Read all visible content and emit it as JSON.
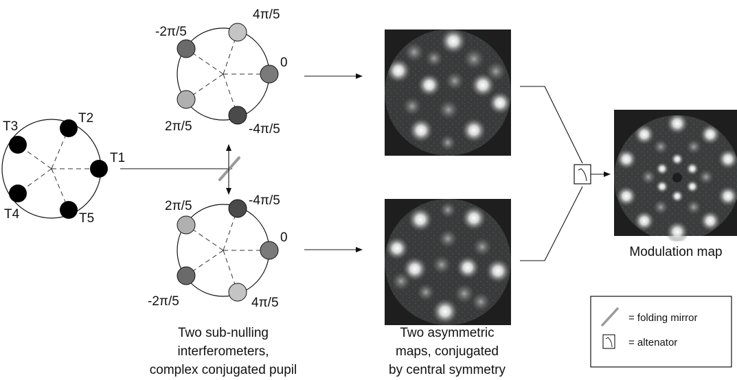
{
  "main_pupil": {
    "telescopes": [
      "T1",
      "T2",
      "T3",
      "T4",
      "T5"
    ]
  },
  "upper_interferometer": {
    "phases": [
      "0",
      "4π/5",
      "-2π/5",
      "2π/5",
      "-4π/5"
    ]
  },
  "lower_interferometer": {
    "phases": [
      "0",
      "-4π/5",
      "2π/5",
      "-2π/5",
      "4π/5"
    ]
  },
  "captions": {
    "interferometers": [
      "Two sub-nulling",
      "interferometers,",
      "complex conjugated pupil"
    ],
    "maps": [
      "Two asymmetric",
      "maps, conjugated",
      "by central symmetry"
    ],
    "modulation": "Modulation map"
  },
  "legend": {
    "mirror_label": "= folding mirror",
    "alternator_label": "= altenator"
  },
  "colors": {
    "telescope_fill": "#000000",
    "phase_zero": "#7a7a7a",
    "phase_dark": "#4a4a4a",
    "phase_light": "#c4c4c4",
    "mirror": "#9a9a9a",
    "map_background": "#1e1e1e"
  }
}
